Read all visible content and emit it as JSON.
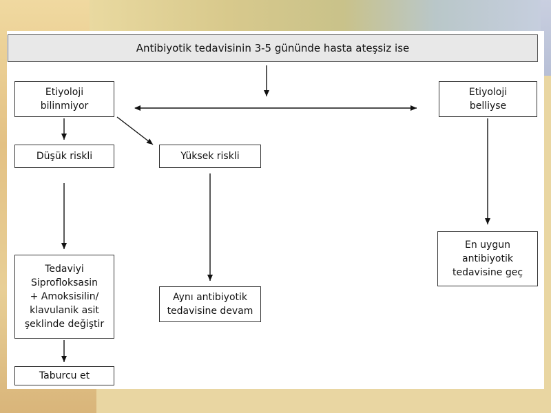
{
  "header": {
    "text": "Antibiyotik tedavisinin 3-5 gününde hasta ateşsiz ise"
  },
  "nodes": {
    "etiyoloji_bilinmiyor": "Etiyoloji\nbilinmiyor",
    "etiyoloji_belliyse": "Etiyoloji\nbelliyse",
    "dusuk_riskli": "Düşük riskli",
    "yuksek_riskli": "Yüksek riskli",
    "tedaviyi_degistir": "Tedaviyi\nSiprofloksasin\n+ Amoksisilin/\nklavulanik asit\nşeklinde değiştir",
    "ayni_antibiyotik": "Aynı antibiyotik\ntedavisine devam",
    "en_uygun": "En uygun\nantibiyotik\ntedavisine geç",
    "taburcu_et": "Taburcu et"
  },
  "colors": {
    "header_fill": "#e8e8e8",
    "box_border": "#333333",
    "arrow": "#111111"
  }
}
